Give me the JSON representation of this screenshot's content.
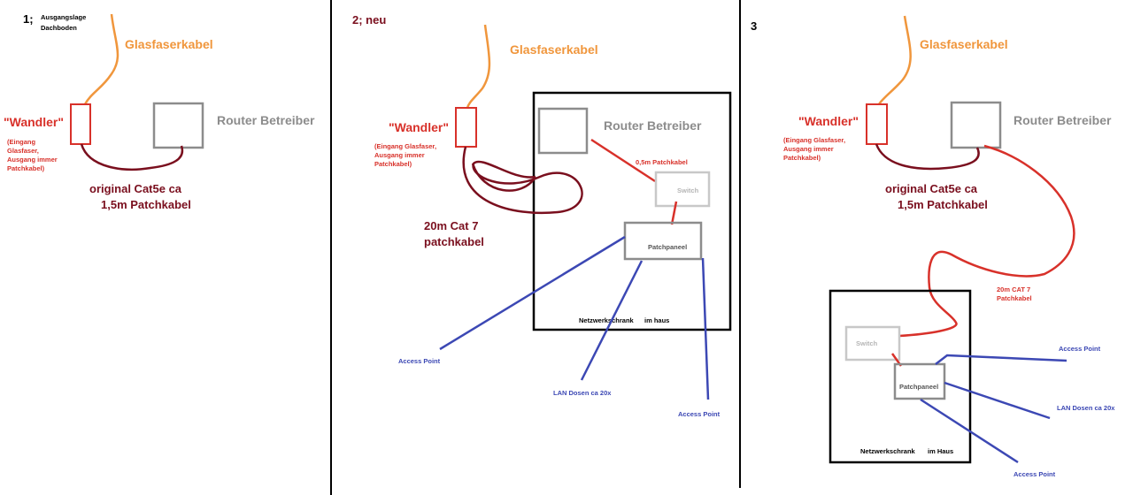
{
  "panel1": {
    "step": "1;",
    "caption": [
      "Ausgangslage",
      "Dachboden"
    ],
    "glasfaser": "Glasfaserkabel",
    "wandler": "\"Wandler\"",
    "wandler_note": [
      "(Eingang",
      "Glasfaser,",
      "Ausgang immer",
      "Patchkabel)"
    ],
    "router": "Router Betreiber",
    "cable": [
      "original Cat5e ca",
      "1,5m Patchkabel"
    ]
  },
  "panel2": {
    "step": "2; neu",
    "glasfaser": "Glasfaserkabel",
    "wandler": "\"Wandler\"",
    "wandler_note": [
      "(Eingang Glasfaser,",
      "Ausgang immer",
      "Patchkabel)"
    ],
    "router": "Router Betreiber",
    "patchcable_short": "0,5m Patchkabel",
    "switch": "Switch",
    "patchpanel": "Patchpaneel",
    "cat7": [
      "20m Cat 7",
      "patchkabel"
    ],
    "cabinet": [
      "Netzwerkschrank",
      "im haus"
    ],
    "access_point_1": "Access Point",
    "lan": "LAN Dosen ca 20x",
    "access_point_2": "Access Point"
  },
  "panel3": {
    "step": "3",
    "glasfaser": "Glasfaserkabel",
    "wandler": "\"Wandler\"",
    "wandler_note": [
      "(Eingang Glasfaser,",
      "Ausgang immer",
      "Patchkabel)"
    ],
    "router": "Router Betreiber",
    "cable": [
      "original Cat5e ca",
      "1,5m Patchkabel"
    ],
    "cat7": [
      "20m CAT 7",
      "Patchkabel"
    ],
    "switch": "Switch",
    "patchpanel": "Patchpaneel",
    "access_point_1": "Access Point",
    "lan": "LAN Dosen ca 20x",
    "access_point_2": "Access Point",
    "cabinet": [
      "Netzwerkschrank",
      "im Haus"
    ]
  },
  "colors": {
    "fiber": "#f0963c",
    "red": "#d8312a",
    "dark_red": "#7a0f1e",
    "gray": "#8c8c8c",
    "light_gray": "#c8c8c8",
    "blue": "#3c48b4",
    "black": "#000000"
  }
}
